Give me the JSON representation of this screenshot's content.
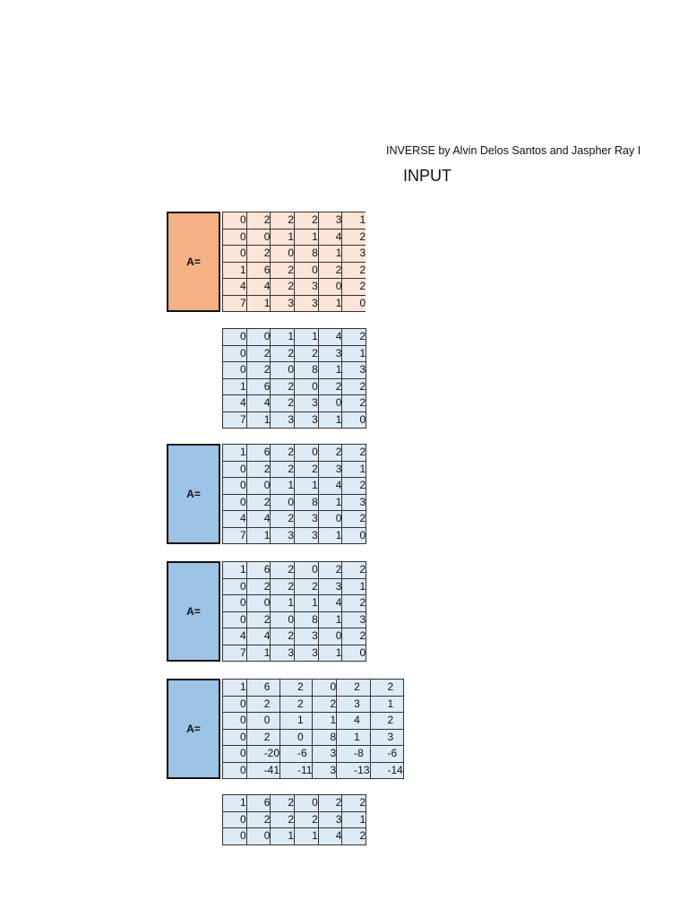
{
  "header": {
    "title": "INVERSE  by Alvin Delos Santos and Jaspher Ray I",
    "subtitle": "INPUT"
  },
  "colors": {
    "orange_label": "#F4B183",
    "orange_cell": "#FCE4D6",
    "blue_label": "#9DC3E6",
    "blue_cell": "#DDEBF7"
  },
  "blocks": [
    {
      "label": "A=",
      "theme": "orange",
      "rows": [
        [
          "0",
          "2",
          "2",
          "2",
          "3",
          "1"
        ],
        [
          "0",
          "0",
          "1",
          "1",
          "4",
          "2"
        ],
        [
          "0",
          "2",
          "0",
          "8",
          "1",
          "3"
        ],
        [
          "1",
          "6",
          "2",
          "0",
          "2",
          "2"
        ],
        [
          "4",
          "4",
          "2",
          "3",
          "0",
          "2"
        ],
        [
          "7",
          "1",
          "3",
          "3",
          "1",
          "0"
        ]
      ]
    },
    {
      "label": "",
      "theme": "blue",
      "rows": [
        [
          "0",
          "0",
          "1",
          "1",
          "4",
          "2"
        ],
        [
          "0",
          "2",
          "2",
          "2",
          "3",
          "1"
        ],
        [
          "0",
          "2",
          "0",
          "8",
          "1",
          "3"
        ],
        [
          "1",
          "6",
          "2",
          "0",
          "2",
          "2"
        ],
        [
          "4",
          "4",
          "2",
          "3",
          "0",
          "2"
        ],
        [
          "7",
          "1",
          "3",
          "3",
          "1",
          "0"
        ]
      ]
    },
    {
      "label": "A=",
      "theme": "blue",
      "rows": [
        [
          "1",
          "6",
          "2",
          "0",
          "2",
          "2"
        ],
        [
          "0",
          "2",
          "2",
          "2",
          "3",
          "1"
        ],
        [
          "0",
          "0",
          "1",
          "1",
          "4",
          "2"
        ],
        [
          "0",
          "2",
          "0",
          "8",
          "1",
          "3"
        ],
        [
          "4",
          "4",
          "2",
          "3",
          "0",
          "2"
        ],
        [
          "7",
          "1",
          "3",
          "3",
          "1",
          "0"
        ]
      ]
    },
    {
      "label": "A=",
      "theme": "blue",
      "rows": [
        [
          "1",
          "6",
          "2",
          "0",
          "2",
          "2"
        ],
        [
          "0",
          "2",
          "2",
          "2",
          "3",
          "1"
        ],
        [
          "0",
          "0",
          "1",
          "1",
          "4",
          "2"
        ],
        [
          "0",
          "2",
          "0",
          "8",
          "1",
          "3"
        ],
        [
          "4",
          "4",
          "2",
          "3",
          "0",
          "2"
        ],
        [
          "7",
          "1",
          "3",
          "3",
          "1",
          "0"
        ]
      ]
    },
    {
      "label": "A=",
      "theme": "blue",
      "rows": [
        [
          "1",
          "6",
          "2",
          "0",
          "2",
          "2"
        ],
        [
          "0",
          "2",
          "2",
          "2",
          "3",
          "1"
        ],
        [
          "0",
          "0",
          "1",
          "1",
          "4",
          "2"
        ],
        [
          "0",
          "2",
          "0",
          "8",
          "1",
          "3"
        ],
        [
          "0",
          "-20",
          "-6",
          "3",
          "-8",
          "-6"
        ],
        [
          "0",
          "-41",
          "-11",
          "3",
          "-13",
          "-14"
        ]
      ]
    },
    {
      "label": "",
      "theme": "blue",
      "rows": [
        [
          "1",
          "6",
          "2",
          "0",
          "2",
          "2"
        ],
        [
          "0",
          "2",
          "2",
          "2",
          "3",
          "1"
        ],
        [
          "0",
          "0",
          "1",
          "1",
          "4",
          "2"
        ]
      ]
    }
  ]
}
